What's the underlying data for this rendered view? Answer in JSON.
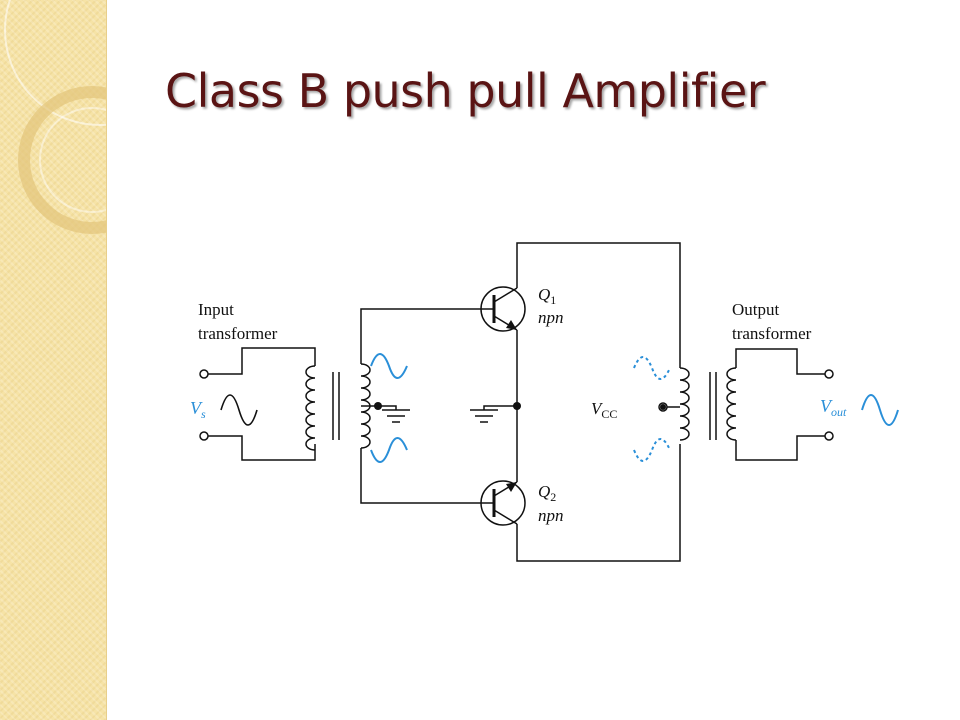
{
  "slide": {
    "title": "Class B push pull Amplifier"
  },
  "diagram": {
    "input_transformer_label": [
      "Input",
      "transformer"
    ],
    "output_transformer_label": [
      "Output",
      "transformer"
    ],
    "source_label": {
      "main": "V",
      "sub": "s"
    },
    "output_label": {
      "main": "V",
      "sub": "out"
    },
    "supply_label": {
      "main": "V",
      "sub": "CC"
    },
    "q1": {
      "name": "Q",
      "sub": "1",
      "type": "npn"
    },
    "q2": {
      "name": "Q",
      "sub": "2",
      "type": "npn"
    }
  },
  "colors": {
    "title": "#5a1414",
    "signal_wave": "#2a8fd8",
    "sidebar": "#f6e3a6"
  }
}
